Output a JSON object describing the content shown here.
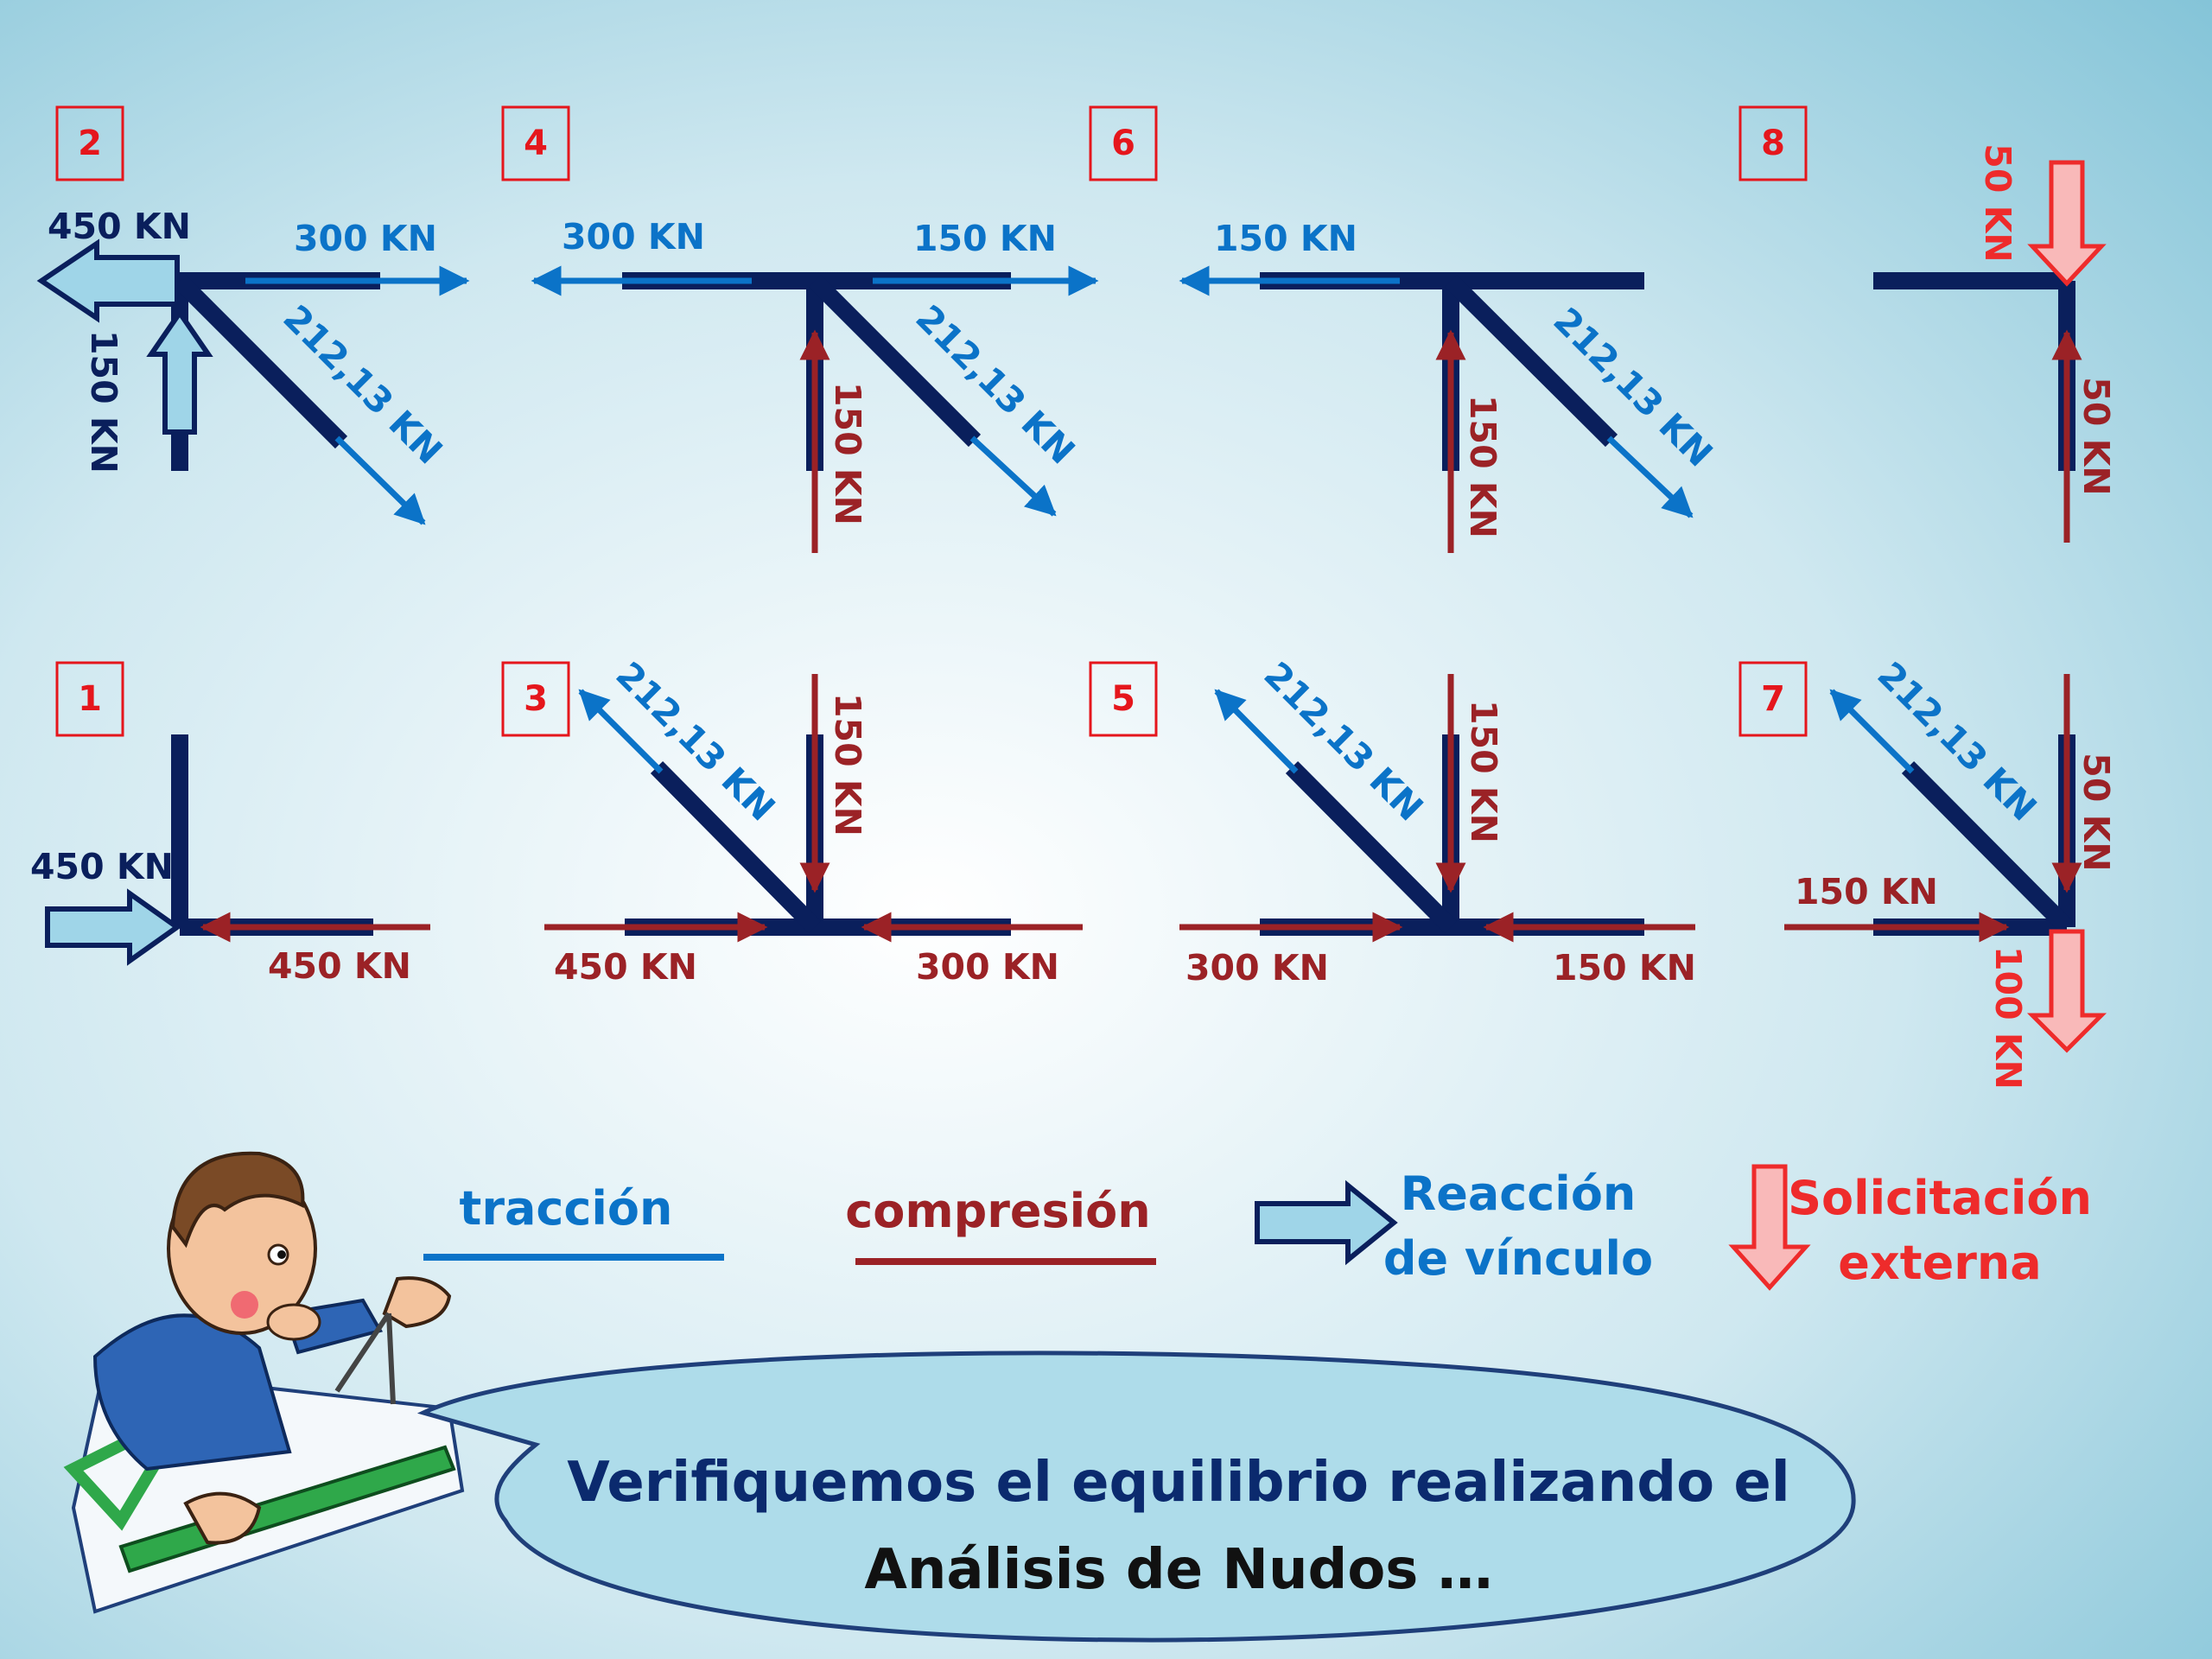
{
  "colors": {
    "member": "#0a1f5c",
    "traction": "#0b73c8",
    "compression": "#9b2226",
    "external": "#ee2b2b",
    "external_fill": "#f9b9b9",
    "reaction_fill": "#9fd5e8",
    "number": "#e5161c"
  },
  "nodes": [
    {
      "id": "2",
      "labels": {
        "reaction_h": "450 KN",
        "reaction_v": "150 KN",
        "top": "300 KN",
        "diag": "212,13 KN"
      }
    },
    {
      "id": "4",
      "labels": {
        "left": "300 KN",
        "right": "150 KN",
        "vert": "150 KN",
        "diag": "212,13 KN"
      }
    },
    {
      "id": "6",
      "labels": {
        "left": "150 KN",
        "vert": "150 KN",
        "diag": "212,13 KN"
      }
    },
    {
      "id": "8",
      "labels": {
        "ext": "50 KN",
        "vert": "50 KN"
      }
    },
    {
      "id": "1",
      "labels": {
        "reaction": "450 KN",
        "bottom": "450 KN"
      }
    },
    {
      "id": "3",
      "labels": {
        "diag": "212,13 KN",
        "vert": "150 KN",
        "left": "450 KN",
        "right": "300 KN"
      }
    },
    {
      "id": "5",
      "labels": {
        "diag": "212,13 KN",
        "vert": "150 KN",
        "left": "300 KN",
        "right": "150 KN"
      }
    },
    {
      "id": "7",
      "labels": {
        "diag": "212,13 KN",
        "vert": "50 KN",
        "left": "150 KN",
        "ext": "100 KN"
      }
    }
  ],
  "legend": {
    "traction": "tracción",
    "compression": "compresión",
    "reaction_line1": "Reacción",
    "reaction_line2": "de vínculo",
    "external_line1": "Solicitación",
    "external_line2": "externa"
  },
  "bubble": {
    "line1": "Verifiquemos el equilibrio realizando el",
    "line2": "Análisis de Nudos …"
  }
}
